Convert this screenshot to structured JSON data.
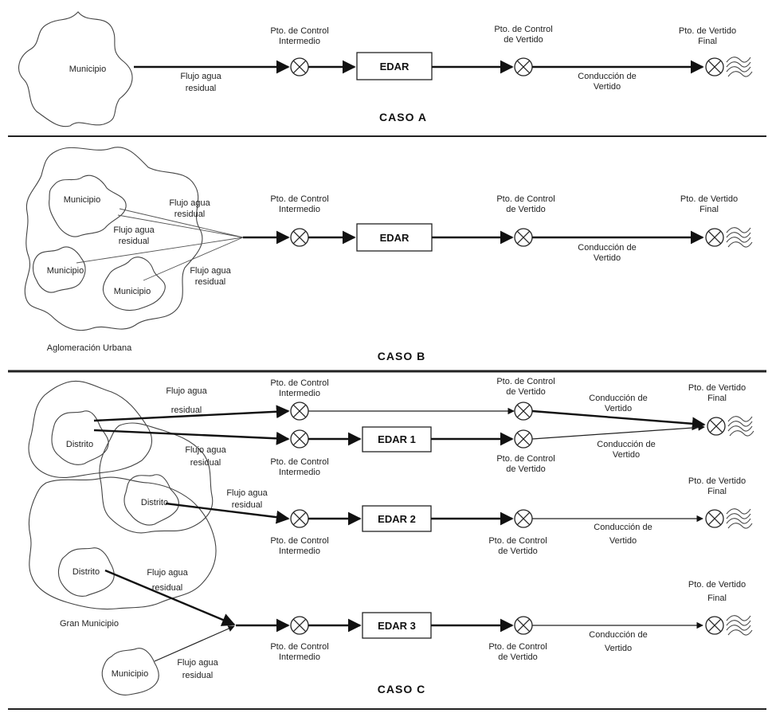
{
  "labels": {
    "municipio": "Municipio",
    "flujo_agua": "Flujo agua",
    "residual": "residual",
    "pto_control": "Pto. de Control",
    "intermedio": "Intermedio",
    "de_vertido": "de Vertido",
    "pto_vertido": "Pto. de Vertido",
    "final": "Final",
    "conduccion_de": "Conducción de",
    "vertido": "Vertido",
    "edar": "EDAR",
    "edar1": "EDAR 1",
    "edar2": "EDAR 2",
    "edar3": "EDAR 3",
    "aglomeracion": "Aglomeración Urbana",
    "distrito": "Distrito",
    "gran_municipio": "Gran Municipio"
  },
  "captions": {
    "caso_a": "CASO A",
    "caso_b": "CASO B",
    "caso_c": "CASO C"
  },
  "colors": {
    "line": "#111111",
    "outline": "#444444",
    "background": "#ffffff"
  }
}
